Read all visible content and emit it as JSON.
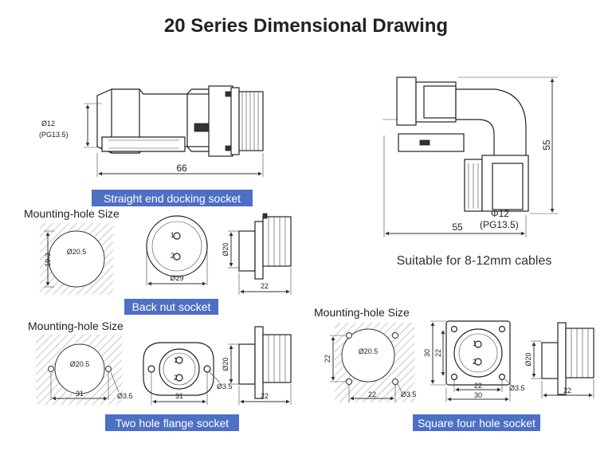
{
  "title": "20 Series Dimensional Drawing",
  "colors": {
    "caption_bg": "#4d6fc4",
    "caption_text": "#ffffff",
    "line": "#333333"
  },
  "straight": {
    "caption": "Straight end docking socket",
    "dia_label": "Ø12",
    "pg_label": "(PG13.5)",
    "length": "66"
  },
  "angled": {
    "height": "55",
    "width": "55",
    "dia_label": "Φ12",
    "pg_label": "(PG13.5)",
    "note": "Suitable for 8-12mm cables"
  },
  "back_nut": {
    "mounting_label": "Mounting-hole Size",
    "hole_dia": "Ø20.5",
    "hole_height": "19.3",
    "face_dia": "Ø29",
    "pin1": "1",
    "pin2": "2",
    "side_dia": "Ø20",
    "side_len": "22",
    "caption": "Back nut socket"
  },
  "two_hole": {
    "mounting_label": "Mounting-hole Size",
    "hole_dia": "Ø20.5",
    "hole_spacing": "31",
    "small_hole": "Ø3.5",
    "face_width": "31",
    "face_small_hole": "Ø3.5",
    "pin1": "1",
    "pin2": "2",
    "side_dia": "Ø20",
    "side_len": "22",
    "caption": "Two hole flange socket"
  },
  "square": {
    "mounting_label": "Mounting-hole Size",
    "hole_dia": "Ø20.5",
    "hole_height": "22",
    "hole_width": "22",
    "small_hole": "Ø3.5",
    "face_outer_h": "30",
    "face_inner_h": "22",
    "face_inner_w": "22",
    "face_outer_w": "30",
    "face_small_hole": "Ø3.5",
    "pin1": "1",
    "pin2": "2",
    "side_dia": "Ø20",
    "side_len": "22",
    "caption": "Square four hole socket"
  }
}
